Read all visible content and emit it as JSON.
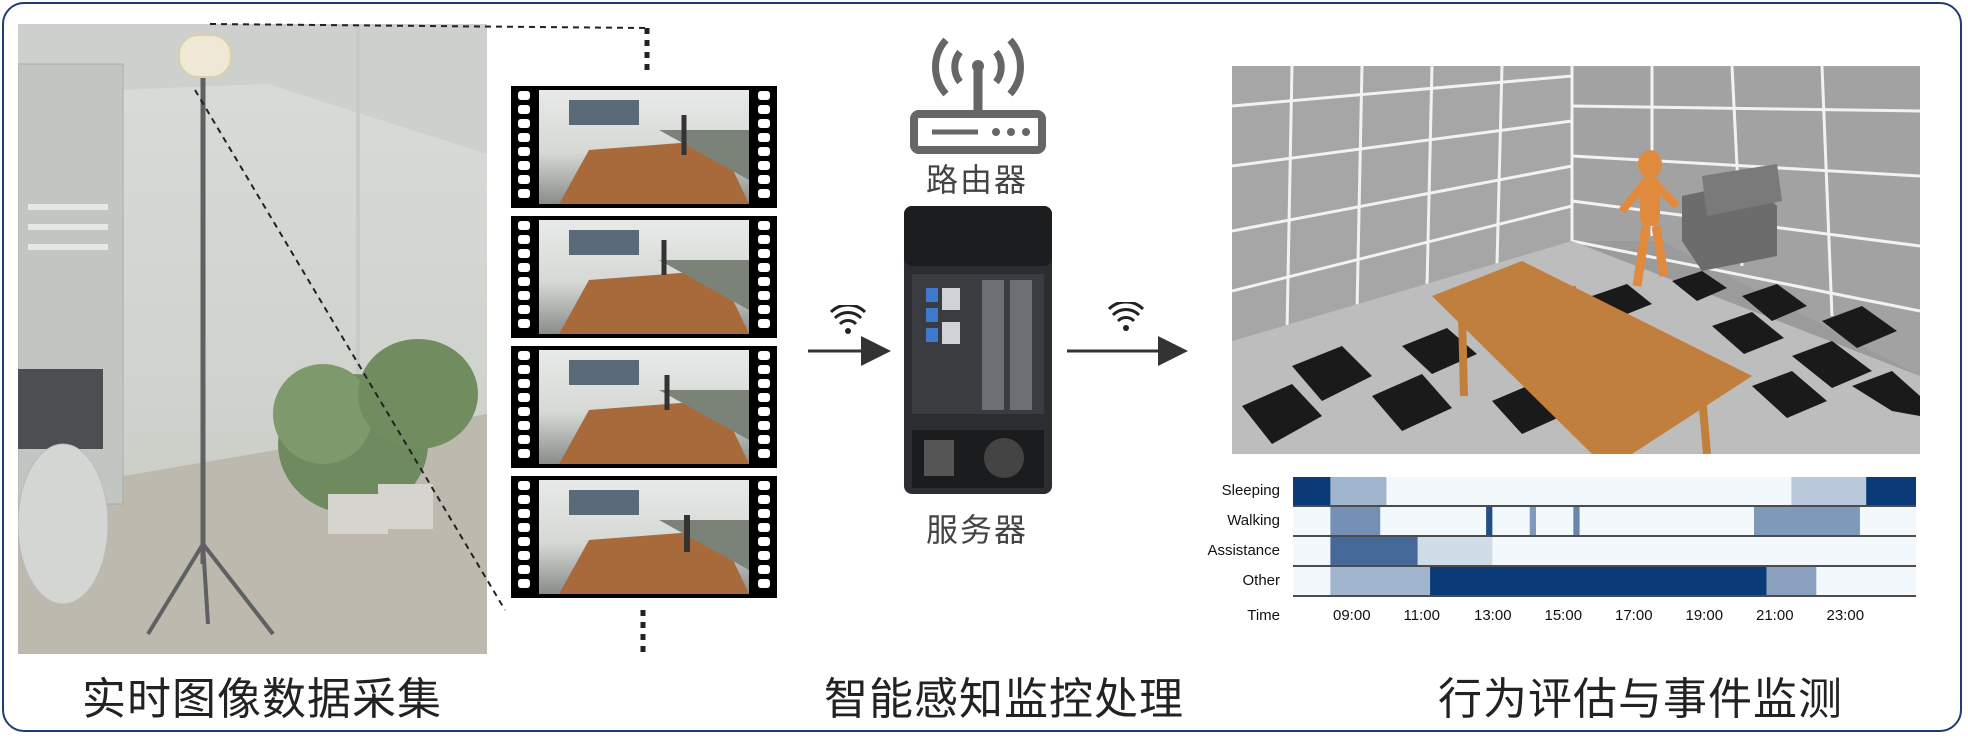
{
  "captions": {
    "left": "实时图像数据采集",
    "middle": "智能感知监控处理",
    "right": "行为评估与事件监测"
  },
  "labels": {
    "router": "路由器",
    "server": "服务器"
  },
  "icons": {
    "router": "router-icon",
    "server": "server-icon",
    "wifi": "wifi-icon",
    "camera": "camera-icon"
  },
  "colors": {
    "border": "#1f3b73",
    "heat_dark": "#0b3a78",
    "heat_light": "#f3f8fc",
    "table": "#b77a3a",
    "figure": "#e08a3d"
  },
  "chart_data": {
    "type": "heatmap",
    "rows": [
      "Sleeping",
      "Walking",
      "Assistance",
      "Other"
    ],
    "x_label": "Time",
    "x_ticks": [
      "09:00",
      "11:00",
      "13:00",
      "15:00",
      "17:00",
      "19:00",
      "21:00",
      "23:00"
    ]
  }
}
